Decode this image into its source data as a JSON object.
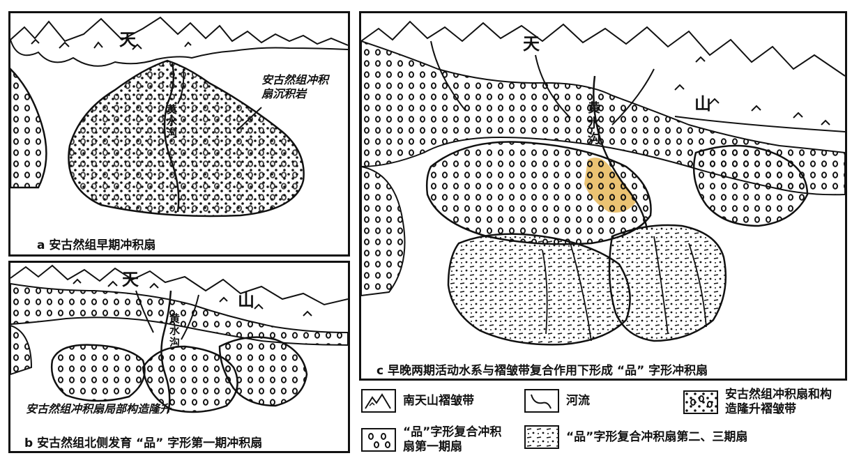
{
  "panels": {
    "a": {
      "caption": "a  安古然组早期冲积扇",
      "mountain_label": "天",
      "river_label": "黄水沟",
      "annotation": "安古然组冲积扇沉积岩"
    },
    "b": {
      "caption": "b  安古然组北侧发育 “品” 字形第一期冲积扇",
      "mountain_label_1": "天",
      "mountain_label_2": "山",
      "river_label": "黄水沟",
      "annotation": "安古然组冲积扇局部构造隆升"
    },
    "c": {
      "caption": "c  早晚两期活动水系与褶皱带复合作用下形成 “品” 字形冲积扇",
      "mountain_label_1": "天",
      "mountain_label_2": "山",
      "river_label": "黄水沟"
    }
  },
  "legend": {
    "mountain_belt": "南天山褶皱带",
    "river": "河流",
    "anguran_fan": "安古然组冲积扇和构造隆升褶皱带",
    "first_stage_fan": "“品”字形复合冲积扇第一期扇",
    "later_stage_fan": "“品”字形复合冲积扇第二、三期扇"
  },
  "colors": {
    "ink": "#111111",
    "highlight": "#e8b85a"
  }
}
